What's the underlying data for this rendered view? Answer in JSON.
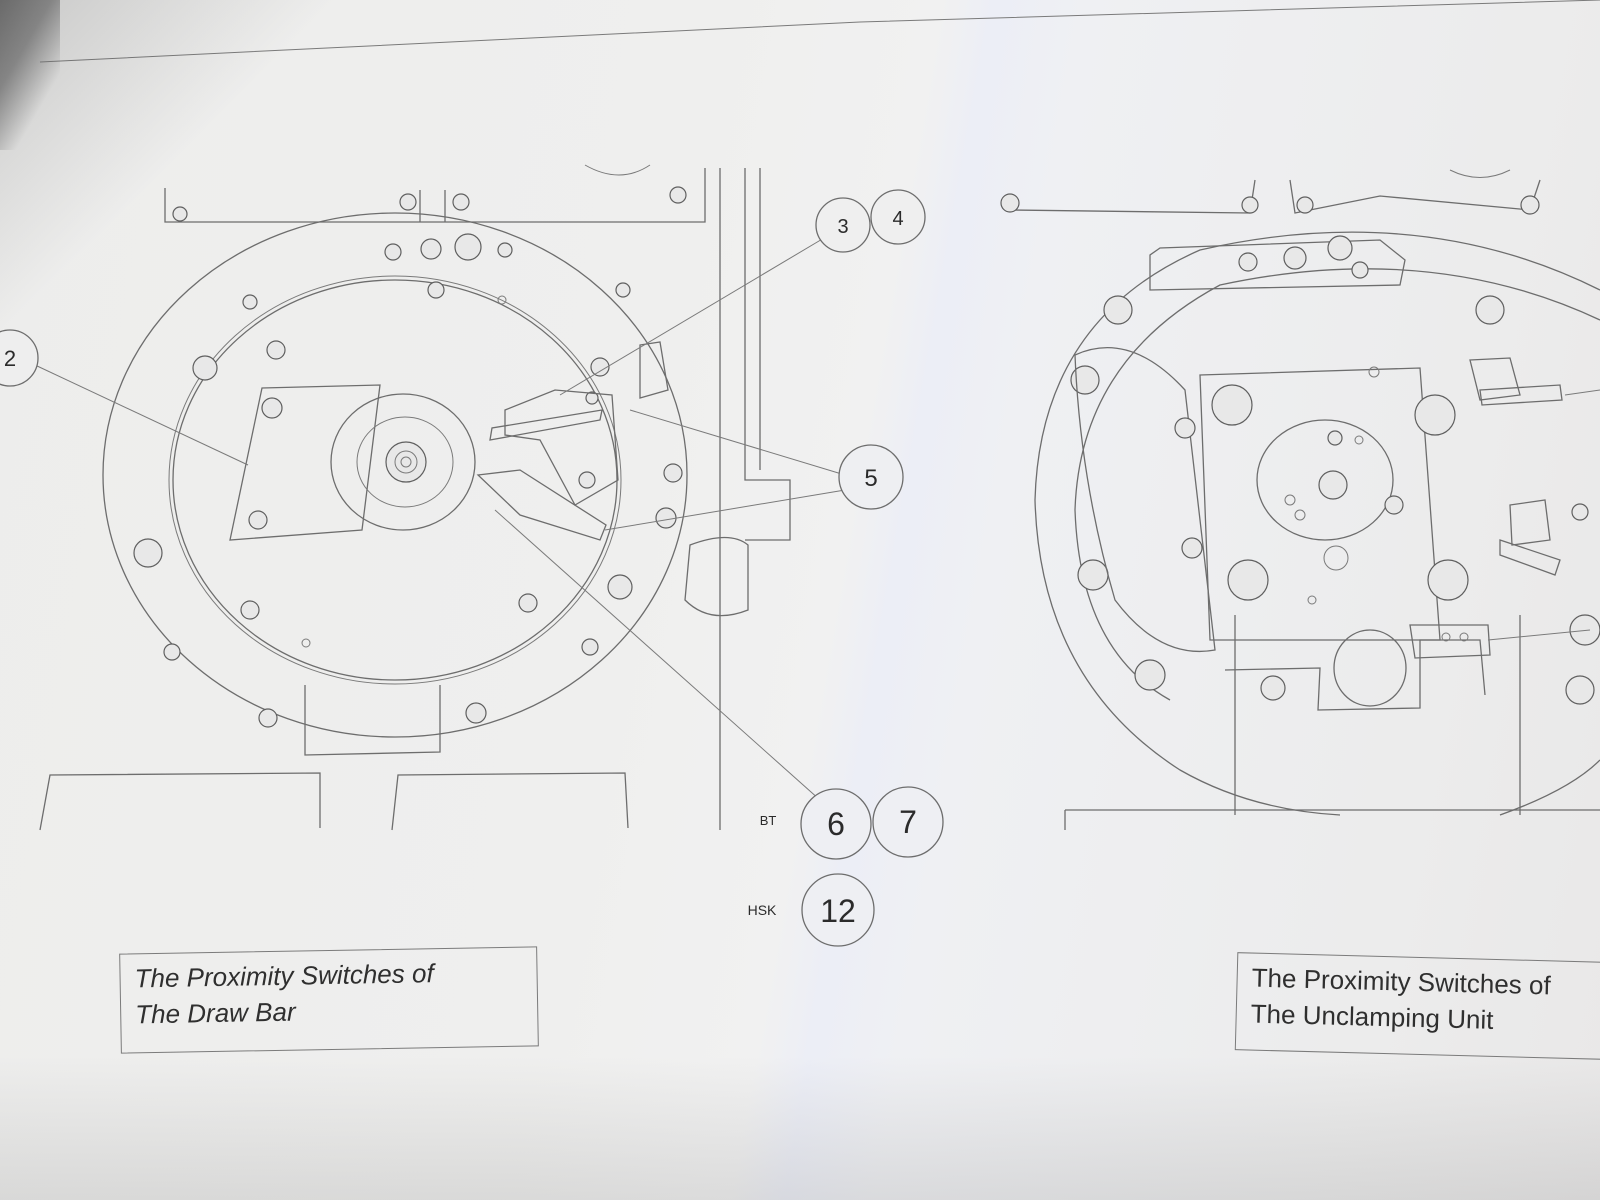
{
  "callouts": {
    "c2": "2",
    "c3": "3",
    "c4": "4",
    "c5": "5",
    "c6": "6",
    "c7": "7",
    "c12": "12"
  },
  "labels": {
    "bt": "BT",
    "hsk": "HSK"
  },
  "captions": {
    "left_line1": "The Proximity Switches of",
    "left_line2": "The Draw Bar",
    "right_line1": "The Proximity Switches of",
    "right_line2": "The Unclamping Unit"
  }
}
